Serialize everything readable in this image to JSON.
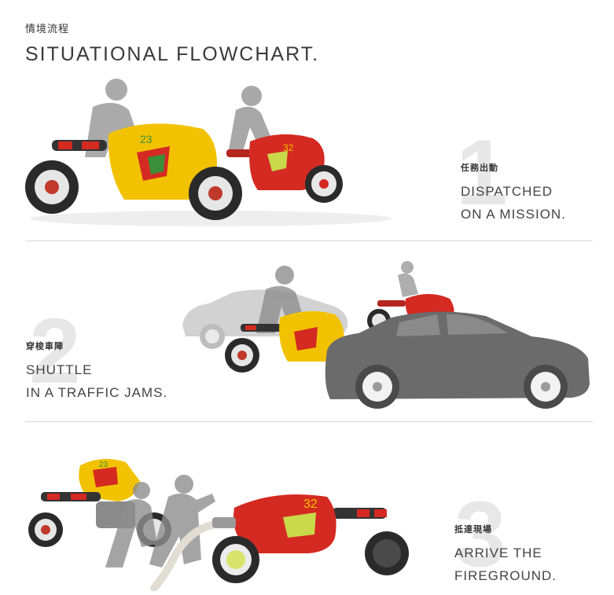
{
  "header": {
    "title_zh": "情境流程",
    "title_en": "SITUATIONAL FLOWCHART."
  },
  "steps": [
    {
      "number": "1",
      "title_zh": "任務出動",
      "line1": "DISPATCHED",
      "line2": "ON A MISSION."
    },
    {
      "number": "2",
      "title_zh": "穿梭車陣",
      "line1": "SHUTTLE",
      "line2": "IN A TRAFFIC JAMS."
    },
    {
      "number": "3",
      "title_zh": "抵達現場",
      "line1": "ARRIVE THE",
      "line2": "FIREGROUND."
    }
  ],
  "vehicles": {
    "yellow_number": "23",
    "red_number": "32"
  },
  "colors": {
    "yellow": "#f2c200",
    "red": "#d42a22",
    "dark_car": "#6b6b6b",
    "light_car": "#cfcfcf",
    "rider": "#8e8e8e"
  }
}
